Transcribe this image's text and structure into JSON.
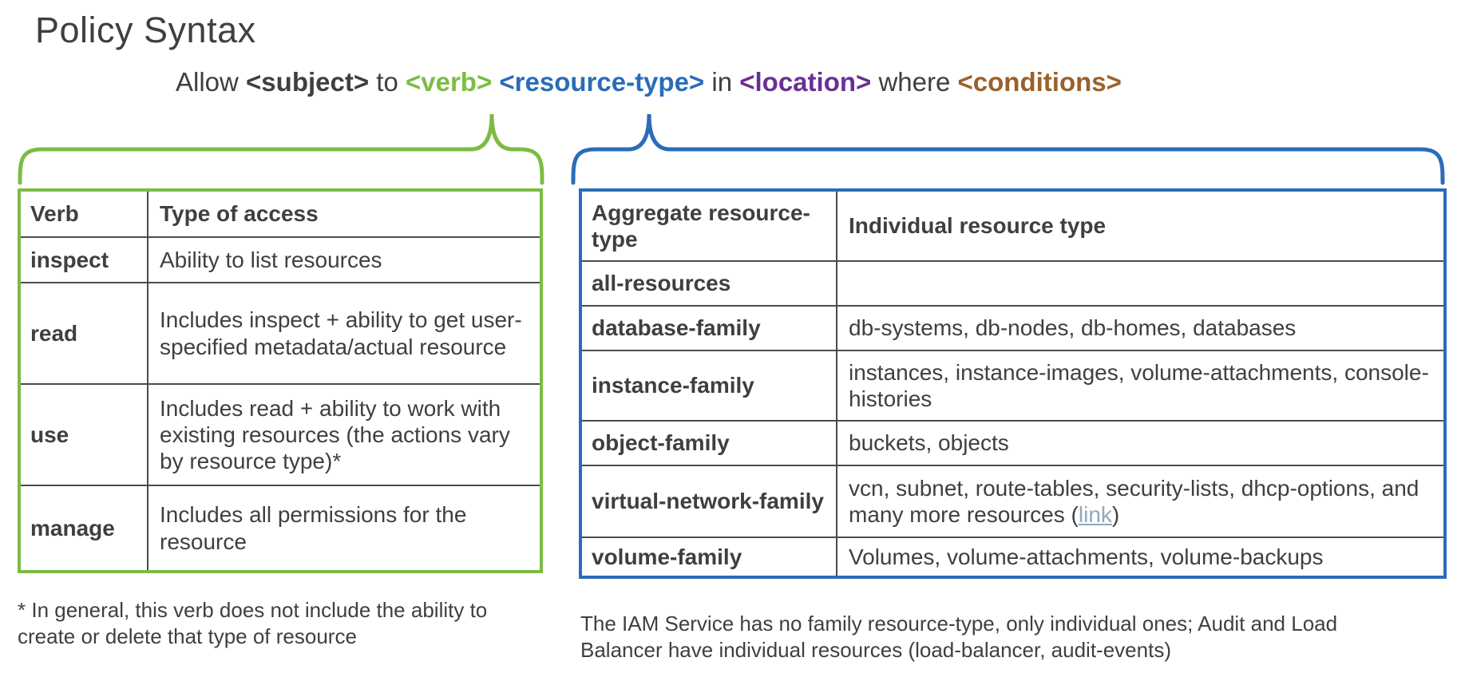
{
  "page": {
    "title": "Policy Syntax"
  },
  "colors": {
    "text": "#3f3f3f",
    "green": "#7cbc44",
    "blue": "#2b6cb8",
    "purple": "#6a2f93",
    "brown": "#99622b",
    "link": "#8fa9bd",
    "line": "#4c4c4c"
  },
  "syntax_line": {
    "segments": [
      {
        "text": "Allow ",
        "style": "plain"
      },
      {
        "text": "<subject>",
        "style": "subject"
      },
      {
        "text": " to ",
        "style": "plain"
      },
      {
        "text": "<verb>",
        "style": "verb"
      },
      {
        "text": " ",
        "style": "plain"
      },
      {
        "text": "<resource-type>",
        "style": "resource"
      },
      {
        "text": " in ",
        "style": "plain"
      },
      {
        "text": "<location>",
        "style": "location"
      },
      {
        "text": " where ",
        "style": "plain"
      },
      {
        "text": "<conditions>",
        "style": "conditions"
      }
    ]
  },
  "verb_table": {
    "headers": [
      "Verb",
      "Type of access"
    ],
    "rows": [
      {
        "verb": "inspect",
        "access": "Ability to list resources"
      },
      {
        "verb": "read",
        "access": "Includes inspect + ability to get user-specified metadata/actual resource"
      },
      {
        "verb": "use",
        "access": "Includes read + ability to work with existing resources (the actions vary by resource type)*"
      },
      {
        "verb": "manage",
        "access": "Includes all permissions for the resource"
      }
    ],
    "footnote": "* In general, this verb does not include the ability to create or delete that type of resource"
  },
  "resource_table": {
    "headers": [
      "Aggregate resource-type",
      "Individual resource type"
    ],
    "rows": [
      {
        "aggregate": "all-resources",
        "individual": ""
      },
      {
        "aggregate": "database-family",
        "individual": "db-systems, db-nodes, db-homes, databases"
      },
      {
        "aggregate": "instance-family",
        "individual": "instances, instance-images, volume-attachments, console-histories"
      },
      {
        "aggregate": "object-family",
        "individual": "buckets, objects"
      },
      {
        "aggregate": "virtual-network-family",
        "individual_pre": "vcn, subnet, route-tables, security-lists, dhcp-options, and many more resources (",
        "link_label": "link",
        "individual_post": ")"
      },
      {
        "aggregate": "volume-family",
        "individual": "Volumes, volume-attachments, volume-backups"
      }
    ],
    "footnote": "The IAM Service has no family resource-type, only individual ones; Audit and Load Balancer have individual resources (load-balancer, audit-events)"
  }
}
